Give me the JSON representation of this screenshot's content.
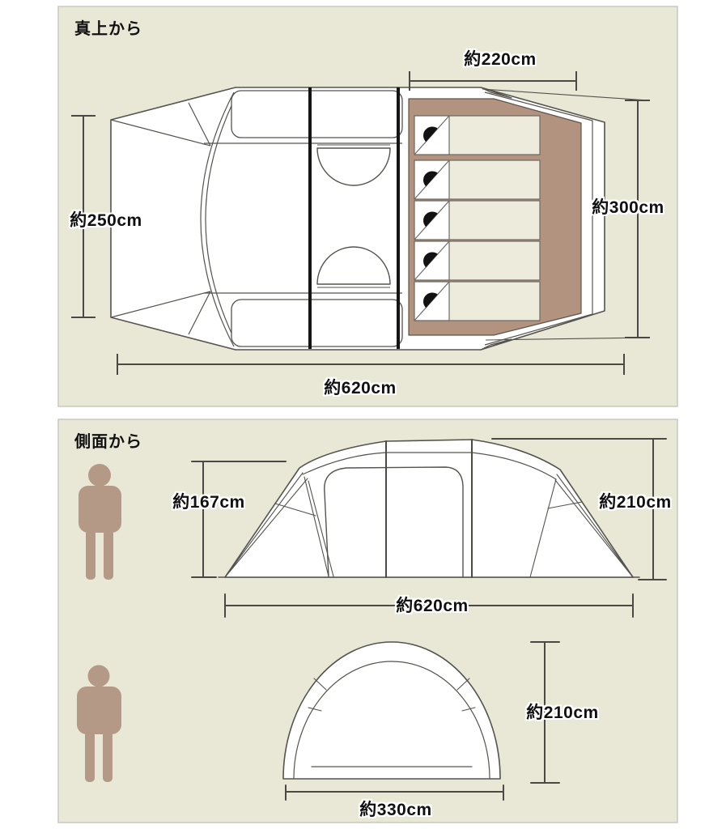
{
  "top_view": {
    "heading": "真上から",
    "dim_220": "約220cm",
    "dim_250": "約250cm",
    "dim_300": "約300cm",
    "dim_620": "約620cm",
    "sleeping_bag_count": 5
  },
  "side_view": {
    "heading": "側面から",
    "dim_167": "約167cm",
    "dim_210": "約210cm",
    "dim_620": "約620cm"
  },
  "front_view": {
    "dim_210": "約210cm",
    "dim_330": "約330cm"
  },
  "colors": {
    "panel_background": "#e9e8d7",
    "panel_border": "#c9c9bd",
    "tent_outline": "#55534d",
    "pole": "#151515",
    "inner_tent_floor": "#b2937f",
    "sleeping_bag_body": "#edecdc",
    "pillow": "#121212",
    "human_figure": "#b49a86",
    "dimension_line": "#4b4944",
    "label_text": "#111111"
  }
}
